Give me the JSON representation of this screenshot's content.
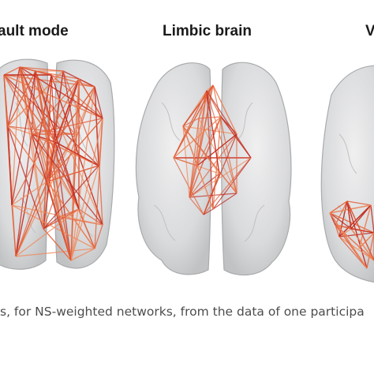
{
  "figure": {
    "panels": [
      {
        "id": "left",
        "title": "ault mode"
      },
      {
        "id": "mid",
        "title": "Limbic brain"
      },
      {
        "id": "right",
        "title": "V"
      }
    ],
    "caption": "s, for NS-weighted networks, from the data of one participa",
    "colors": {
      "brain_fill": "#d9dadb",
      "brain_edge": "#a9abad",
      "edge_strong": "#c0281f",
      "edge_mid": "#e2603a",
      "edge_light": "#f08a5c"
    }
  }
}
